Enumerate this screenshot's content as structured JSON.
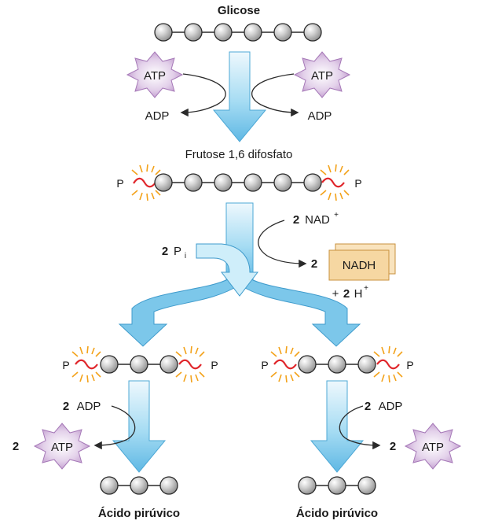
{
  "labels": {
    "glucose": "Glicose",
    "fructose": "Frutose 1,6 difosfato",
    "pyruvate_left": "Ácido pirúvico",
    "pyruvate_right": "Ácido pirúvico"
  },
  "energy": {
    "atp": "ATP",
    "adp": "ADP",
    "nadh": "NADH",
    "nad": "NAD",
    "nad_charge": "+",
    "h": "H",
    "h_charge": "+",
    "plus": "+",
    "two": "2",
    "pi": "P",
    "pi_sub": "i",
    "phosphate": "P"
  },
  "colors": {
    "arrow_fill": "#7cc7ea",
    "arrow_light": "#e8f6fc",
    "atp_star": "#b689c4",
    "nadh_box": "#f6d7a2",
    "bond_squiggle": "#e0262b",
    "glow": "#f3a21a"
  }
}
